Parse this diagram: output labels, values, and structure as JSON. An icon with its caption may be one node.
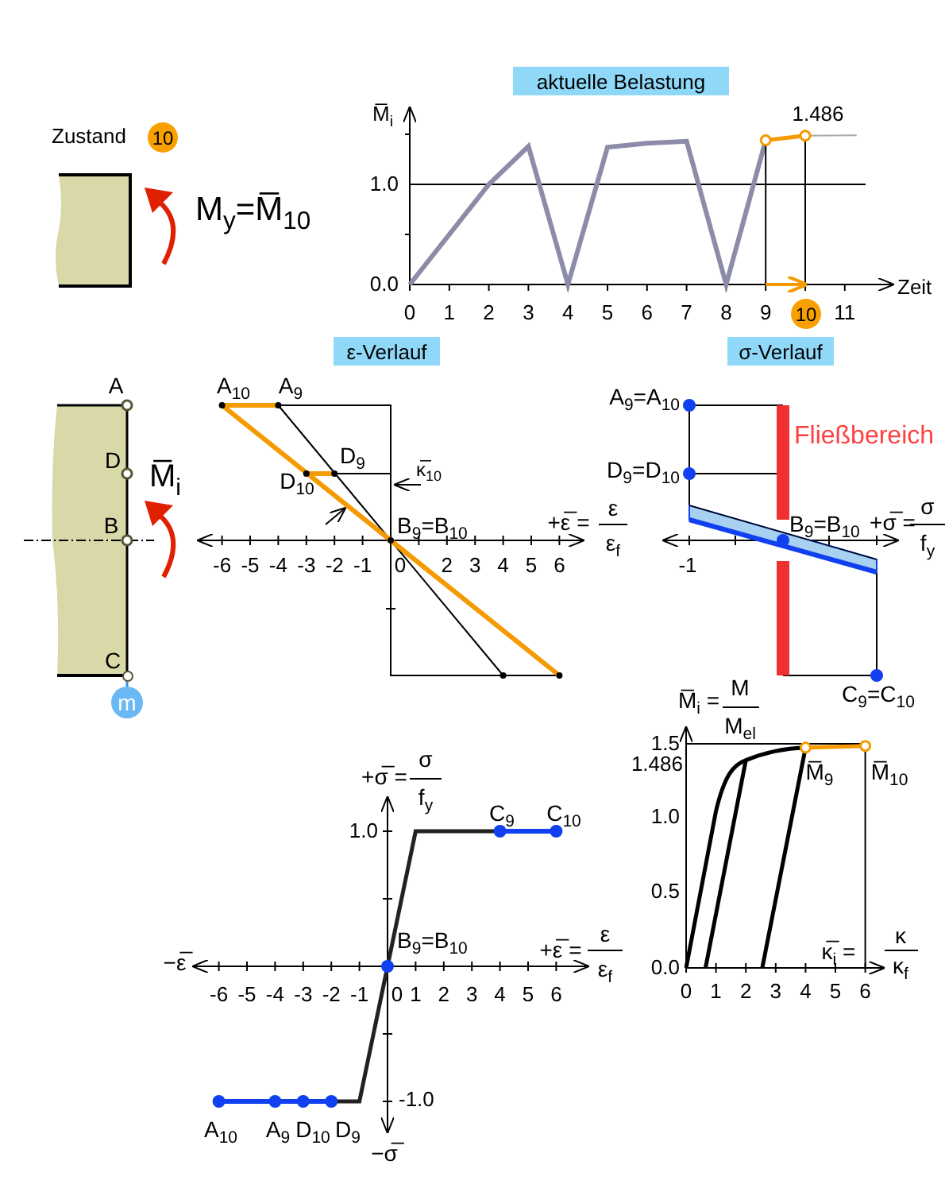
{
  "diagram": {
    "nodes": [
      {
        "text": [
          "aktuelle Belastung"
        ]
      },
      {
        "text": [
          "10"
        ]
      },
      {
        "text": [
          "10"
        ]
      },
      {
        "text": [
          "ε-Verlauf"
        ]
      },
      {
        "text": [
          "σ-Verlauf"
        ]
      },
      {
        "text": [
          "m"
        ]
      },
      {
        "text": [],
        "shape": "circle"
      }
    ],
    "edges": [
      {
        "from": 5,
        "to": 6,
        "arrow": "none"
      }
    ],
    "labels": [
      "Zustand",
      "M$_{y}$=M̅$_{10}$",
      "M̅$_{i}$",
      "1.486",
      "1.0",
      "0.0",
      "0",
      "1",
      "2",
      "3",
      "4",
      "5",
      "6",
      "7",
      "8",
      "9",
      "11",
      "Zeit",
      "A",
      "D",
      "B",
      "C",
      "M̅$_{i}$",
      "A$_{10}$",
      "A$_{9}$",
      "D$_{9}$",
      "D$_{10}$",
      "κ̅$_{10}$",
      "B$_{9}$=B$_{10}$",
      "-6",
      "-5",
      "-4",
      "-3",
      "-2",
      "-1",
      "0",
      "2",
      "3",
      "4",
      "5",
      "6",
      "+ε̅ =",
      "ε",
      "ε$_{f}$",
      "A$_{9}$=A$_{10}$",
      "D$_{9}$=D$_{10}$",
      "Fließbereich",
      "B$_{9}$=B$_{10}$",
      "-1",
      "+σ̅ =",
      "σ",
      "f$_{y}$",
      "M̅$_{i}$ =",
      "M",
      "C$_{9}$=C$_{10}$",
      "M$_{el}$",
      "1.5",
      "1.486",
      "1.0",
      "0.5",
      "0.0",
      "M̅$_{9}$",
      "M̅$_{10}$",
      "κ̅$_{i}$ =",
      "κ",
      "κ$_{f}$",
      "0",
      "1",
      "2",
      "3",
      "4",
      "5",
      "6",
      "+σ̅ =",
      "σ",
      "f$_{y}$",
      "1.0",
      "-1.0",
      "C$_{9}$",
      "C$_{10}$",
      "B$_{9}$=B$_{10}$",
      "+ε̅ =",
      "ε",
      "ε$_{f}$",
      "−ε̅",
      "-6",
      "-5",
      "-4",
      "-3",
      "-2",
      "-1",
      "0",
      "1",
      "2",
      "3",
      "4",
      "5",
      "6",
      "A$_{10}$",
      "A$_{9}$",
      "D$_{10}$",
      "D$_{9}$",
      "−σ̅"
    ]
  }
}
